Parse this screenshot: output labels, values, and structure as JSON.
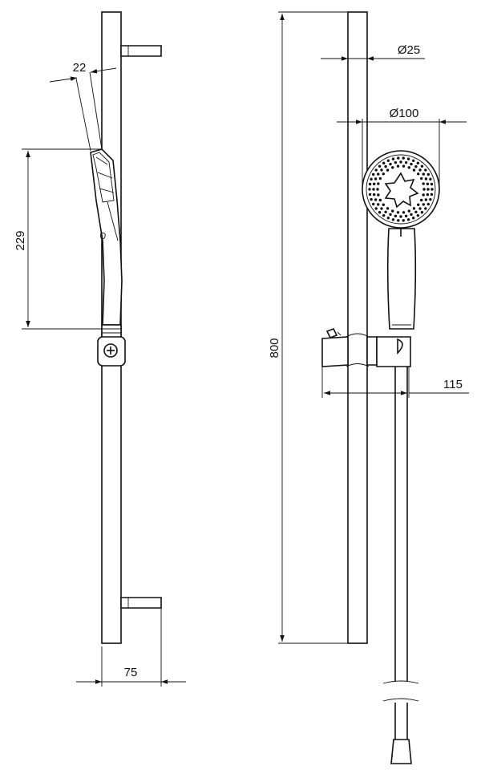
{
  "dimensions": {
    "arm_length": "75",
    "handle_angle_width": "22",
    "handshower_length": "229",
    "rail_height": "800",
    "rail_diameter": "Ø25",
    "head_diameter": "Ø100",
    "holder_projection": "115"
  },
  "colors": {
    "line": "#111111",
    "background": "#ffffff"
  }
}
